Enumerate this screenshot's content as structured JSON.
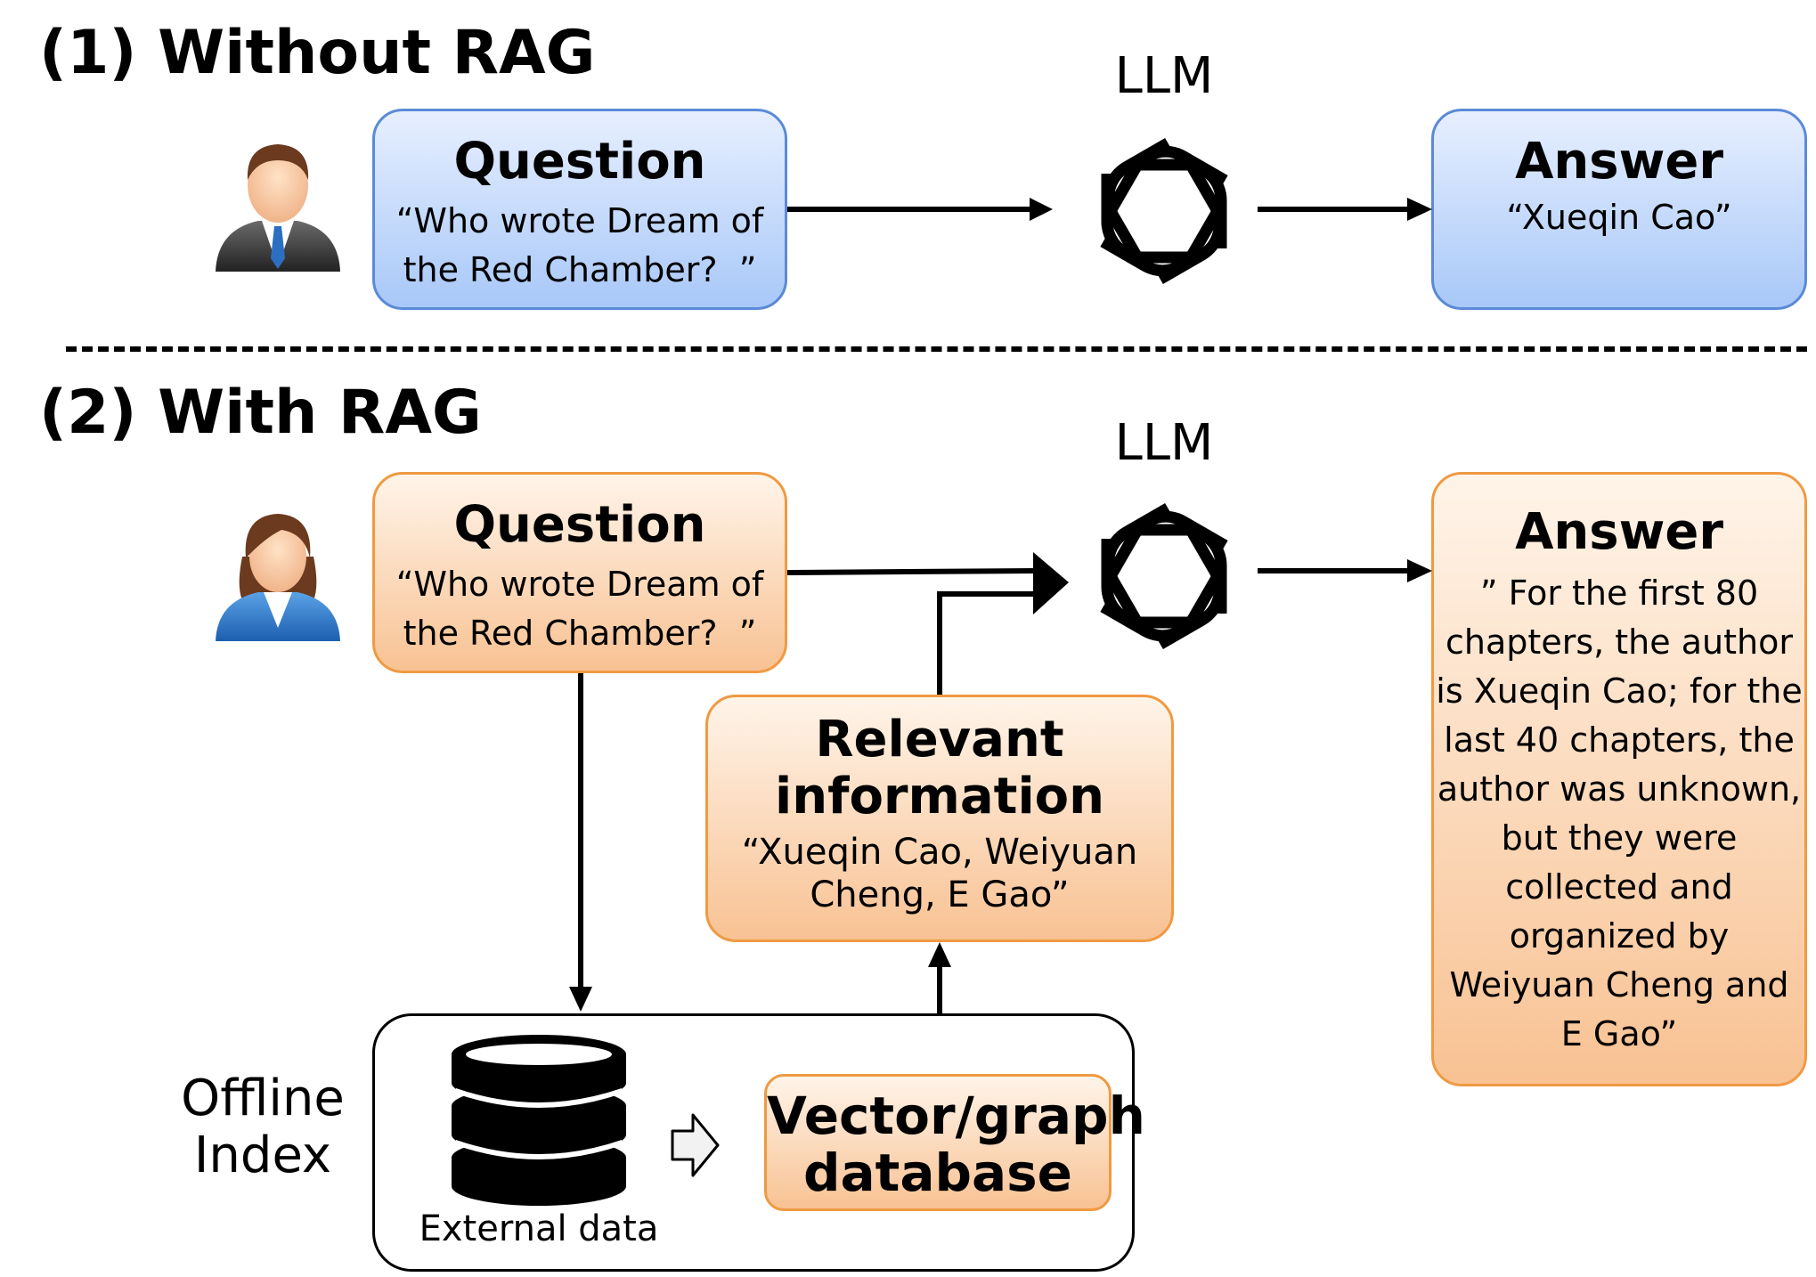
{
  "section1": {
    "title": "(1) Without RAG",
    "llm_label": "LLM",
    "question": {
      "title": "Question",
      "line1": "“Who wrote Dream of",
      "line2": "the Red Chamber?  ”"
    },
    "answer": {
      "title": "Answer",
      "text": "“Xueqin Cao”"
    }
  },
  "section2": {
    "title": "(2) With RAG",
    "llm_label": "LLM",
    "question": {
      "title": "Question",
      "line1": "“Who wrote Dream of",
      "line2": "the Red Chamber?  ”"
    },
    "relevant": {
      "title1": "Relevant",
      "title2": "information",
      "line1": "“Xueqin Cao, Weiyuan",
      "line2": "Cheng, E Gao”"
    },
    "answer": {
      "title": "Answer",
      "lines": [
        "” For the first 80",
        "chapters, the author",
        "is Xueqin Cao; for the",
        "last 40 chapters, the",
        "author was unknown,",
        "but they were",
        "collected and",
        "organized by",
        "Weiyuan Cheng and",
        "E Gao”"
      ]
    },
    "offline": {
      "label1": "Offline",
      "label2": "Index",
      "external_data": "External data",
      "vector_db1": "Vector/graph",
      "vector_db2": "database"
    }
  },
  "colors": {
    "blue_box_border": "#5b8ad6",
    "orange_box_border": "#ef9a43",
    "arrow": "#000000"
  },
  "icons": [
    "man-user-icon",
    "woman-user-icon",
    "llm-logo-icon",
    "database-icon",
    "hollow-arrow-icon"
  ]
}
